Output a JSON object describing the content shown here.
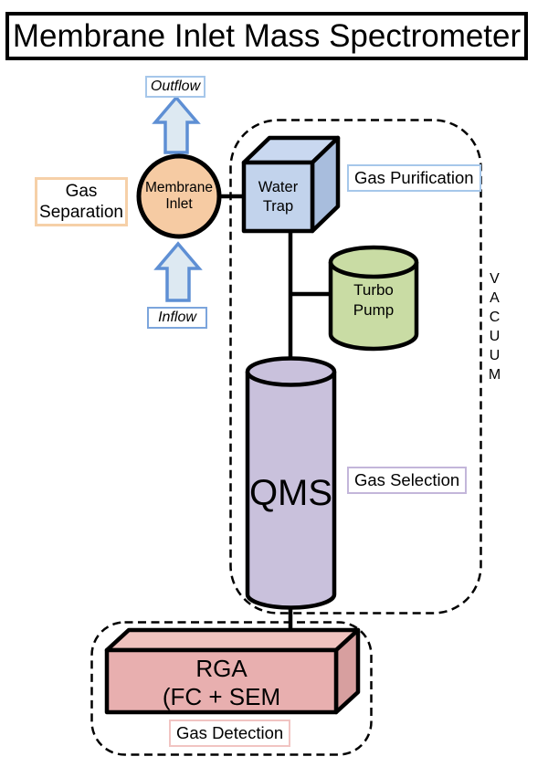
{
  "title": "Membrane Inlet Mass Spectrometer",
  "flow_labels": {
    "outflow": "Outflow",
    "inflow": "Inflow"
  },
  "stage_labels": {
    "separation": "Gas Separation",
    "purification": "Gas Purification",
    "selection": "Gas Selection",
    "detection": "Gas Detection"
  },
  "region_label": "VACUUM",
  "components": {
    "membrane_inlet": "Membrane Inlet",
    "water_trap": "Water Trap",
    "turbo_pump": "Turbo Pump",
    "qms": "QMS",
    "rga_line1": "RGA",
    "rga_line2": "(FC + SEM"
  },
  "colors": {
    "membrane_inlet_fill": "#F6CBA3",
    "water_trap_front": "#C2D3EC",
    "water_trap_top": "#C9D8F0",
    "water_trap_side": "#A8BDDD",
    "turbo_pump_fill": "#C9DCA4",
    "qms_fill": "#C9C1DC",
    "rga_front": "#E8AFAF",
    "rga_top": "#EFC2BE",
    "rga_side": "#D79F9F",
    "arrow_fill": "#DDE9F2",
    "arrow_stroke": "#5E8FD4",
    "separation_border": "#F6D0A8",
    "purification_border": "#A6C7EA",
    "selection_border": "#C3B6DA",
    "detection_border": "#F1C4C2",
    "outline": "#000000"
  }
}
